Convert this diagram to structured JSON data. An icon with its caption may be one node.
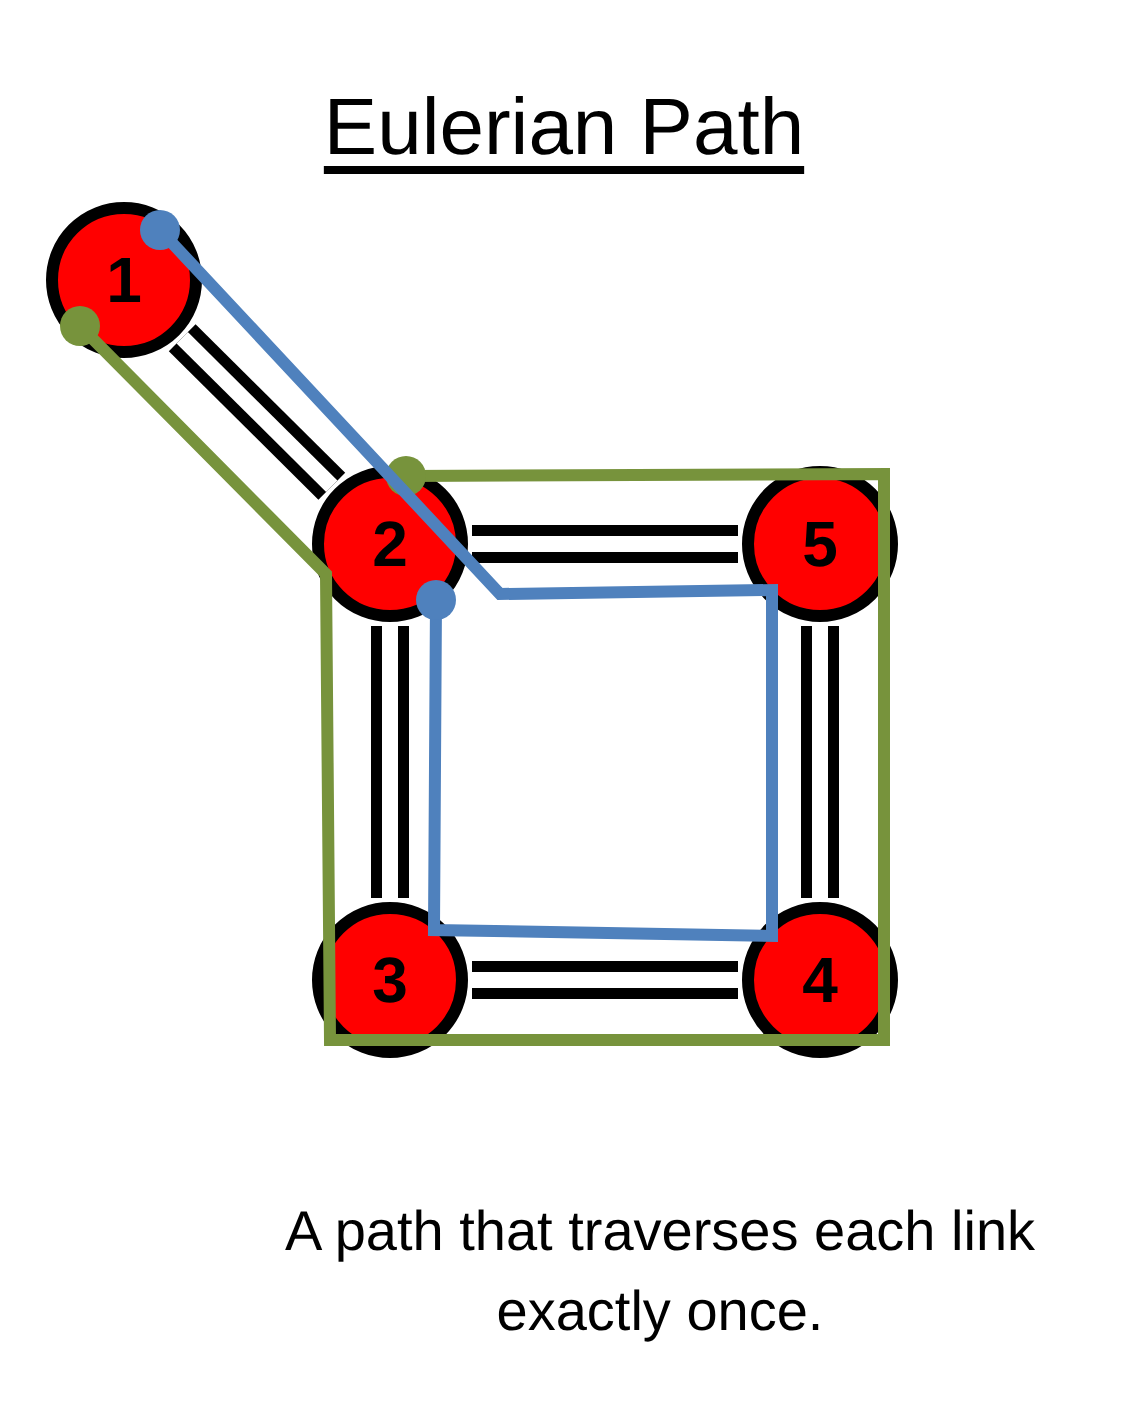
{
  "diagram": {
    "title": "Eulerian Path",
    "caption": "A path that traverses each link exactly once.",
    "nodes": [
      {
        "text": [
          "1"
        ]
      },
      {
        "text": [
          "2"
        ]
      },
      {
        "text": [
          "5"
        ]
      },
      {
        "text": [
          "3"
        ]
      },
      {
        "text": [
          "4"
        ]
      }
    ],
    "edges": [
      {
        "from": 0,
        "to": 1,
        "arrow": "none"
      },
      {
        "from": 1,
        "to": 2,
        "arrow": "none"
      },
      {
        "from": 1,
        "to": 3,
        "arrow": "none"
      },
      {
        "from": 3,
        "to": 4,
        "arrow": "none"
      },
      {
        "from": 2,
        "to": 4,
        "arrow": "none"
      }
    ]
  }
}
